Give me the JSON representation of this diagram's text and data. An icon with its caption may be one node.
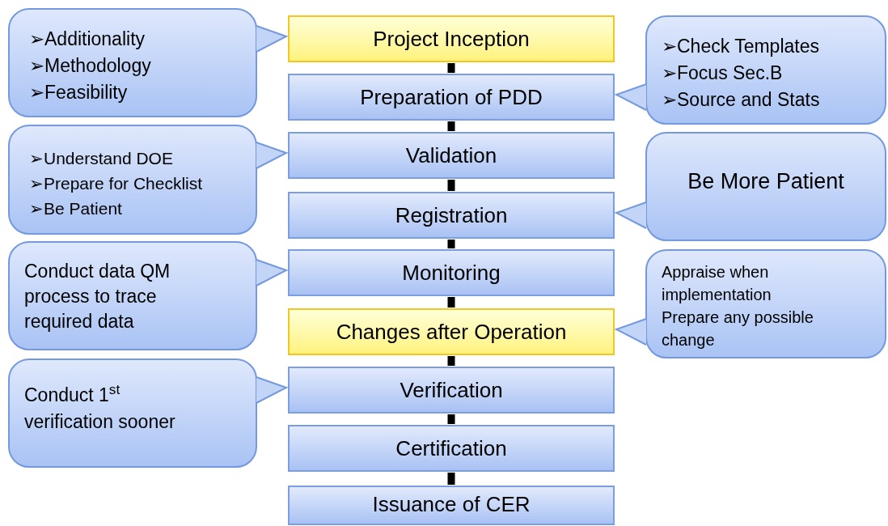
{
  "diagram": {
    "nodes": [
      {
        "text": [
          "Project Inception"
        ]
      },
      {
        "text": [
          "Preparation of PDD"
        ]
      },
      {
        "text": [
          "Validation"
        ]
      },
      {
        "text": [
          "Registration"
        ]
      },
      {
        "text": [
          "Monitoring"
        ]
      },
      {
        "text": [
          "Changes after Operation"
        ]
      },
      {
        "text": [
          "Verification"
        ]
      },
      {
        "text": [
          "Certification"
        ]
      },
      {
        "text": [
          "Issuance of CER"
        ]
      },
      {
        "text": [
          "➢Additionality",
          "➢Methodology",
          "➢Feasibility"
        ]
      },
      {
        "text": [
          "➢Check Templates",
          "➢Focus Sec.B",
          "➢Source and Stats"
        ]
      },
      {
        "text": [
          "➢Understand DOE",
          "➢Prepare for Checklist",
          "➢Be Patient"
        ]
      },
      {
        "text": [
          "Be More Patient"
        ]
      },
      {
        "text": [
          "Conduct data QM process to trace required data"
        ]
      },
      {
        "text": [
          "Appraise when implementation",
          "Prepare any possible change"
        ]
      },
      {
        "text": [
          "Conduct 1$^{st}$ verification sooner"
        ]
      }
    ],
    "edges": [
      {
        "from": 0,
        "to": 1,
        "arrow": "none"
      },
      {
        "from": 1,
        "to": 2,
        "arrow": "none"
      },
      {
        "from": 2,
        "to": 3,
        "arrow": "none"
      },
      {
        "from": 3,
        "to": 4,
        "arrow": "none"
      },
      {
        "from": 4,
        "to": 5,
        "arrow": "none"
      },
      {
        "from": 5,
        "to": 6,
        "arrow": "none"
      },
      {
        "from": 6,
        "to": 7,
        "arrow": "none"
      },
      {
        "from": 7,
        "to": 8,
        "arrow": "none"
      },
      {
        "from": 9,
        "to": 0,
        "arrow": "to",
        "color": "#7499de"
      },
      {
        "from": 10,
        "to": 1,
        "arrow": "to",
        "color": "#7499de"
      },
      {
        "from": 11,
        "to": 2,
        "arrow": "to",
        "color": "#7499de"
      },
      {
        "from": 12,
        "to": 3,
        "arrow": "to",
        "color": "#7499de"
      },
      {
        "from": 13,
        "to": 4,
        "arrow": "to",
        "color": "#7499de"
      },
      {
        "from": 14,
        "to": 5,
        "arrow": "to",
        "color": "#7499de"
      },
      {
        "from": 15,
        "to": 6,
        "arrow": "to",
        "color": "#7499de"
      }
    ]
  }
}
